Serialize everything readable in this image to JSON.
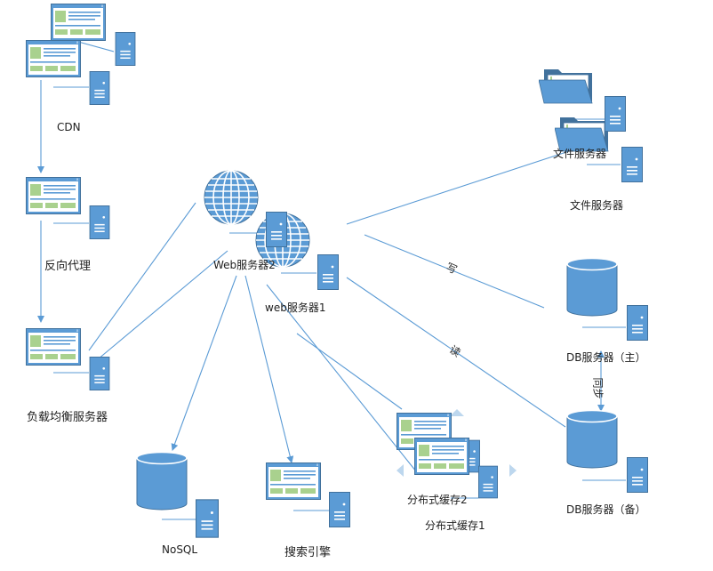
{
  "nodes": {
    "cdn": "CDN",
    "reverse_proxy": "反向代理",
    "load_balancer": "负载均衡服务器",
    "web_server_2": "Web服务器2",
    "web_server_1": "web服务器1",
    "file_server_a": "文件服务器",
    "file_server_b": "文件服务器",
    "db_master": "DB服务器（主）",
    "db_backup": "DB服务器（备）",
    "nosql": "NoSQL",
    "search_engine": "搜索引擎",
    "dist_cache_2": "分布式缓存2",
    "dist_cache_1": "分布式缓存1"
  },
  "edge_labels": {
    "write": "写",
    "read": "读",
    "sync": "同步"
  },
  "colors": {
    "primary": "#5b9bd5",
    "primary_dark": "#41719c",
    "window_content": "#a9d18e",
    "line": "#5b9bd5"
  }
}
